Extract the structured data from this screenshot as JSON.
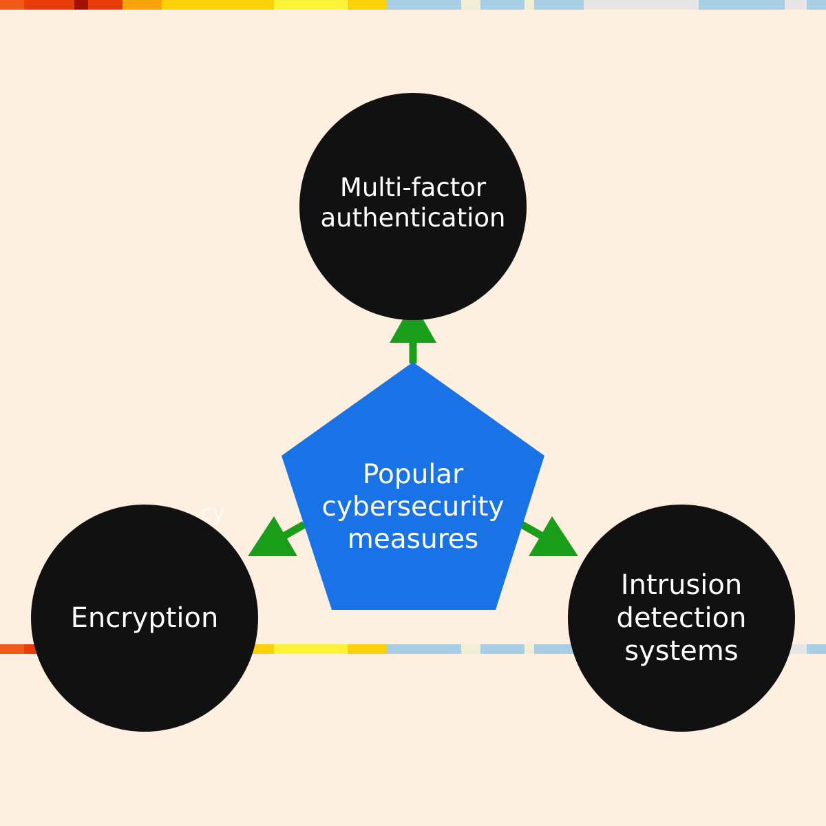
{
  "colors": {
    "background": "#fdf0e1",
    "circle": "#111111",
    "center_shape": "#1a73e6",
    "arrow": "#1a9e1a",
    "text": "#ffffff",
    "stripe_palette": [
      "#f25a1a",
      "#e83c0a",
      "#a51005",
      "#fca20a",
      "#fdd10a",
      "#fdf23a",
      "#a9cfe6",
      "#f0efd6",
      "#e6e6e6"
    ]
  },
  "center": {
    "lines": [
      "Popular",
      "cybersecurity",
      "measures"
    ]
  },
  "nodes": {
    "top": {
      "lines": [
        "Multi-factor",
        "authentication"
      ]
    },
    "left": {
      "lines": [
        "Encryption"
      ]
    },
    "right": {
      "lines": [
        "Intrusion",
        "detection",
        "systems"
      ]
    }
  },
  "faint_text": "cy"
}
